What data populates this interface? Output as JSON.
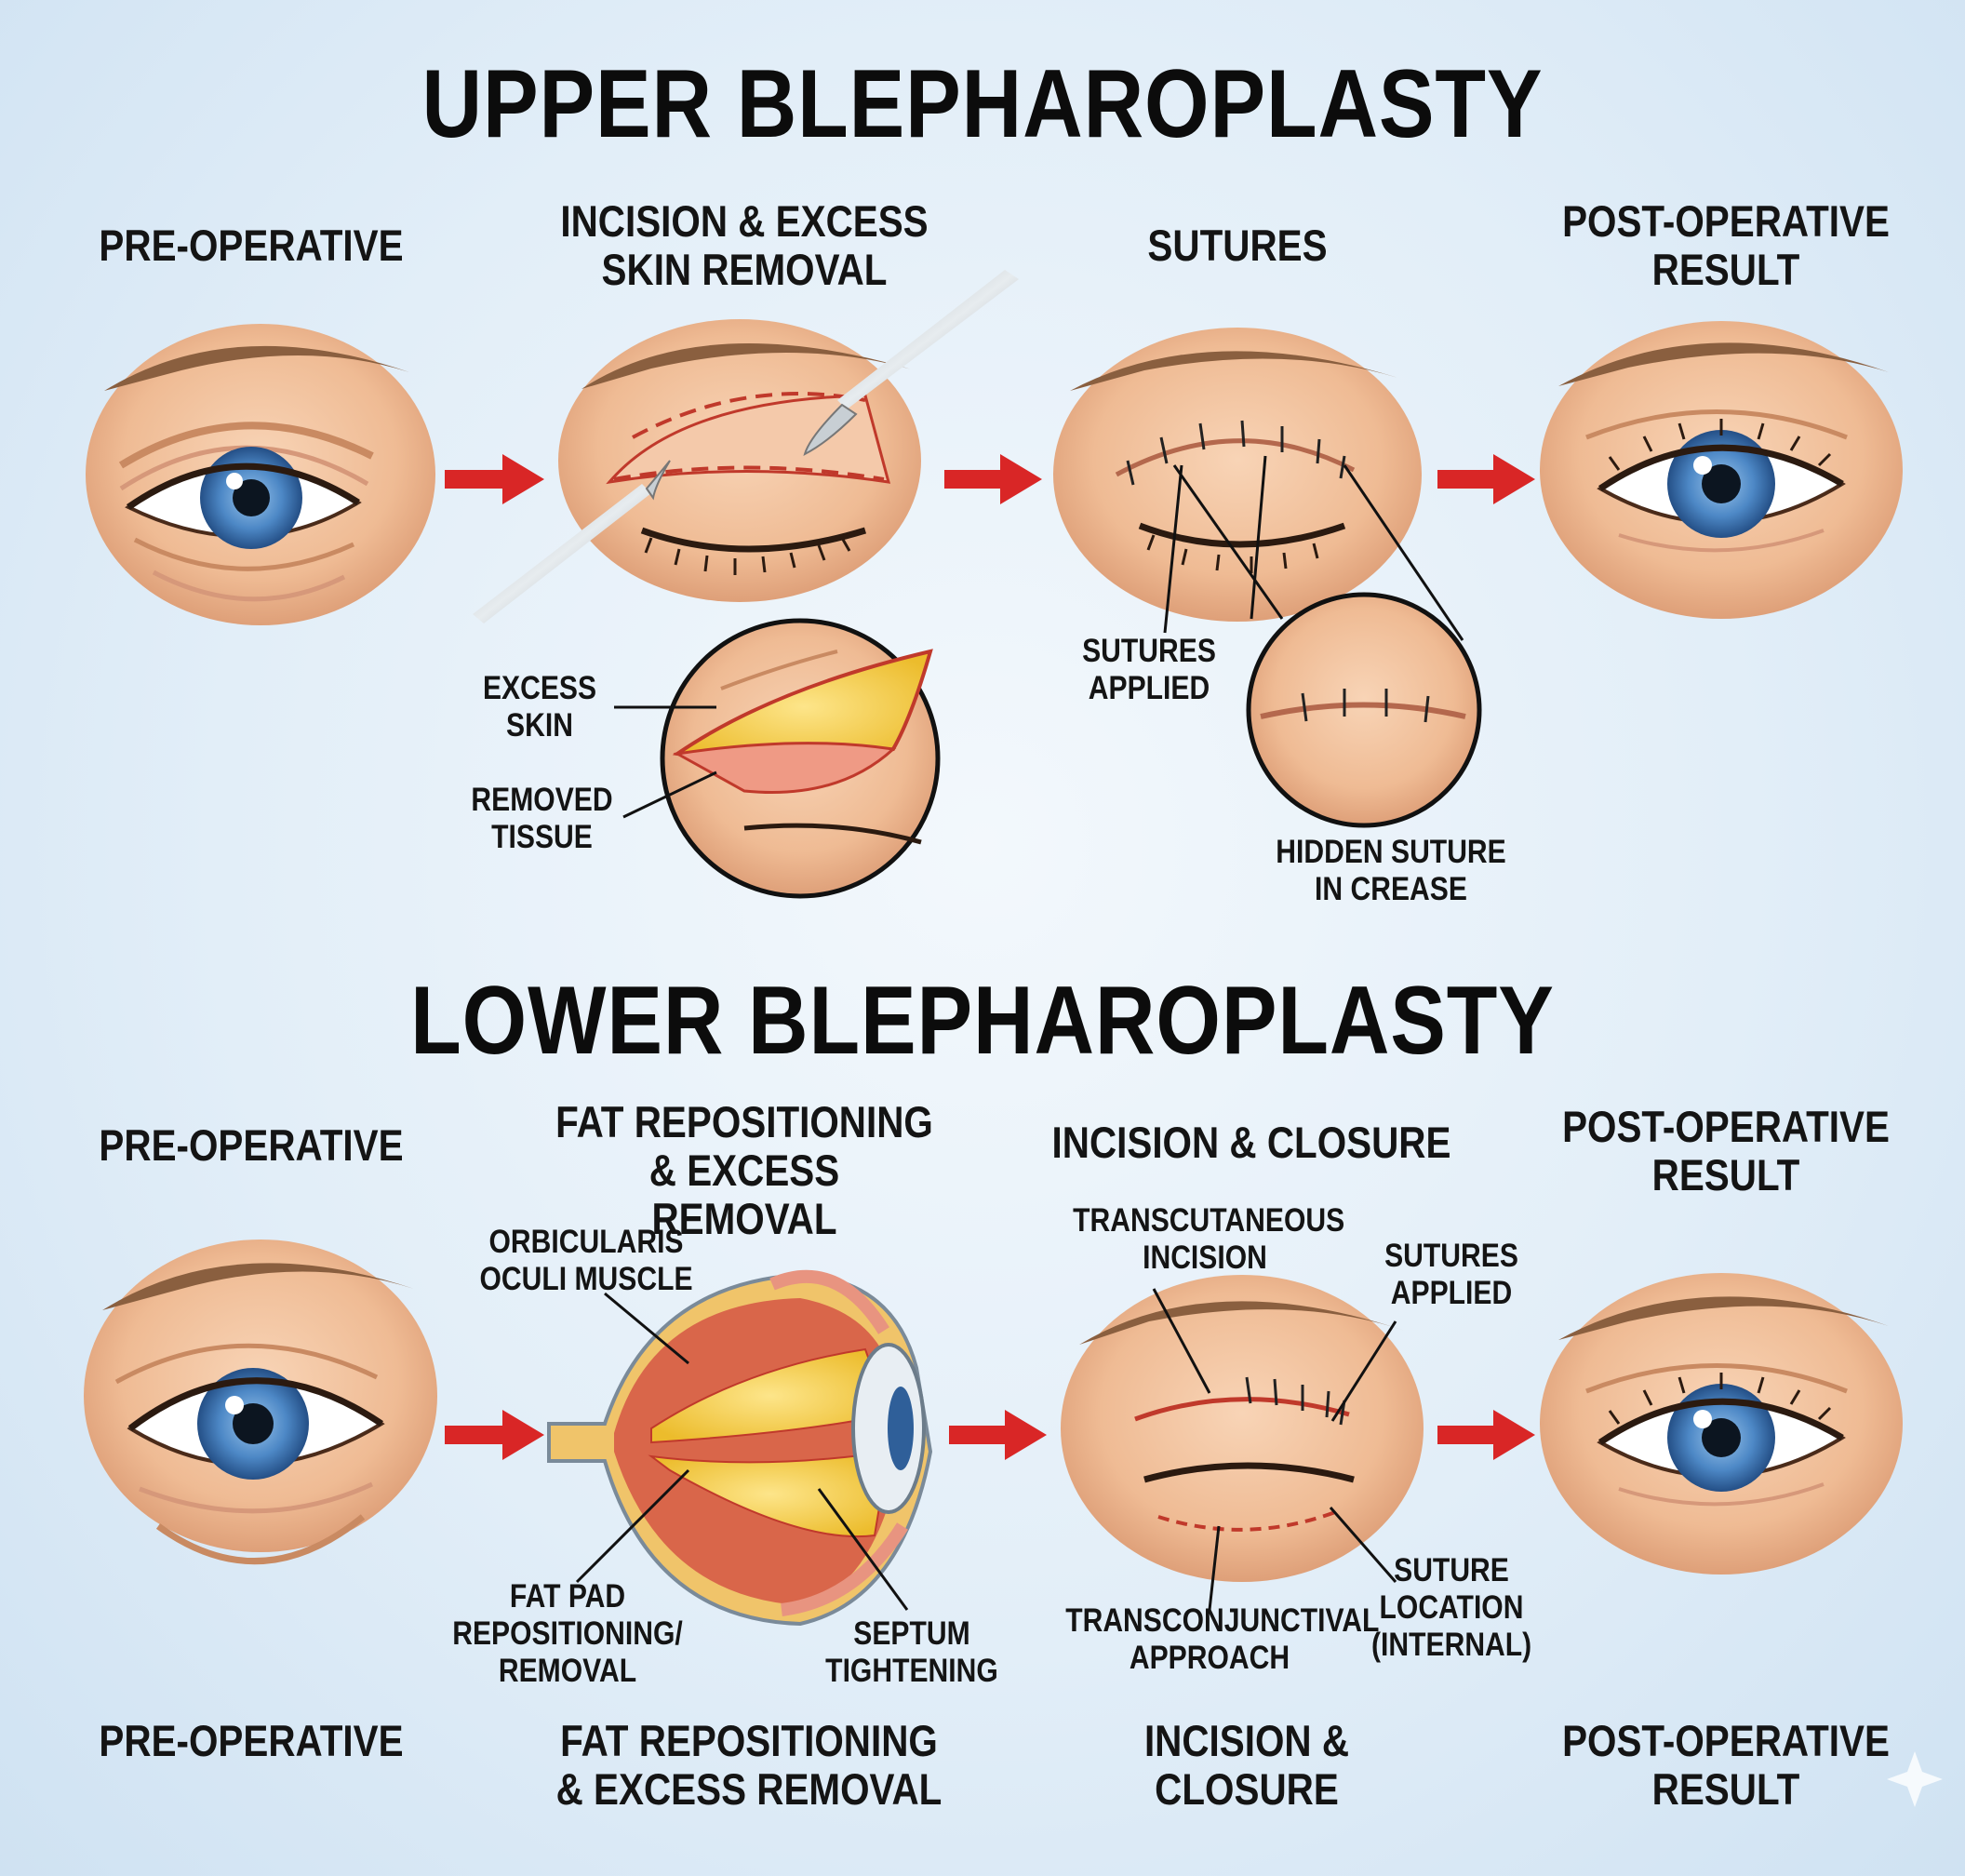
{
  "upper": {
    "title": "UPPER BLEPHAROPLASTY",
    "steps": [
      "PRE-OPERATIVE",
      "INCISION & EXCESS\nSKIN REMOVAL",
      "SUTURES",
      "POST-OPERATIVE\nRESULT"
    ],
    "labels": {
      "excess_skin": "EXCESS\nSKIN",
      "removed_tissue": "REMOVED\nTISSUE",
      "sutures_applied": "SUTURES\nAPPLIED",
      "hidden_suture": "HIDDEN SUTURE\nIN CREASE"
    }
  },
  "lower": {
    "title": "LOWER BLEPHAROPLASTY",
    "steps": [
      "PRE-OPERATIVE",
      "FAT REPOSITIONING\n& EXCESS REMOVAL",
      "INCISION & CLOSURE",
      "POST-OPERATIVE\nRESULT"
    ],
    "labels": {
      "orbicularis": "ORBICULARIS\nOCULI MUSCLE",
      "fat_pad": "FAT PAD\nREPOSITIONING/\nREMOVAL",
      "septum": "SEPTUM\nTIGHTENING",
      "transcutaneous": "TRANSCUTANEOUS\nINCISION",
      "sutures_applied": "SUTURES\nAPPLIED",
      "transconjunctival": "TRANSCONJUNCTIVAL\nAPPROACH",
      "suture_location": "SUTURE\nLOCATION\n(INTERNAL)"
    },
    "footer": [
      "PRE-OPERATIVE",
      "FAT REPOSITIONING\n& EXCESS REMOVAL",
      "INCISION &\nCLOSURE",
      "POST-OPERATIVE\nRESULT"
    ]
  },
  "colors": {
    "skin": "#f2c19c",
    "skin_shadow": "#dc9c74",
    "brow": "#8a5f3f",
    "iris": "#4f89c4",
    "arrow": "#d92626",
    "fat": "#f4cf47",
    "muscle": "#d9664a"
  }
}
